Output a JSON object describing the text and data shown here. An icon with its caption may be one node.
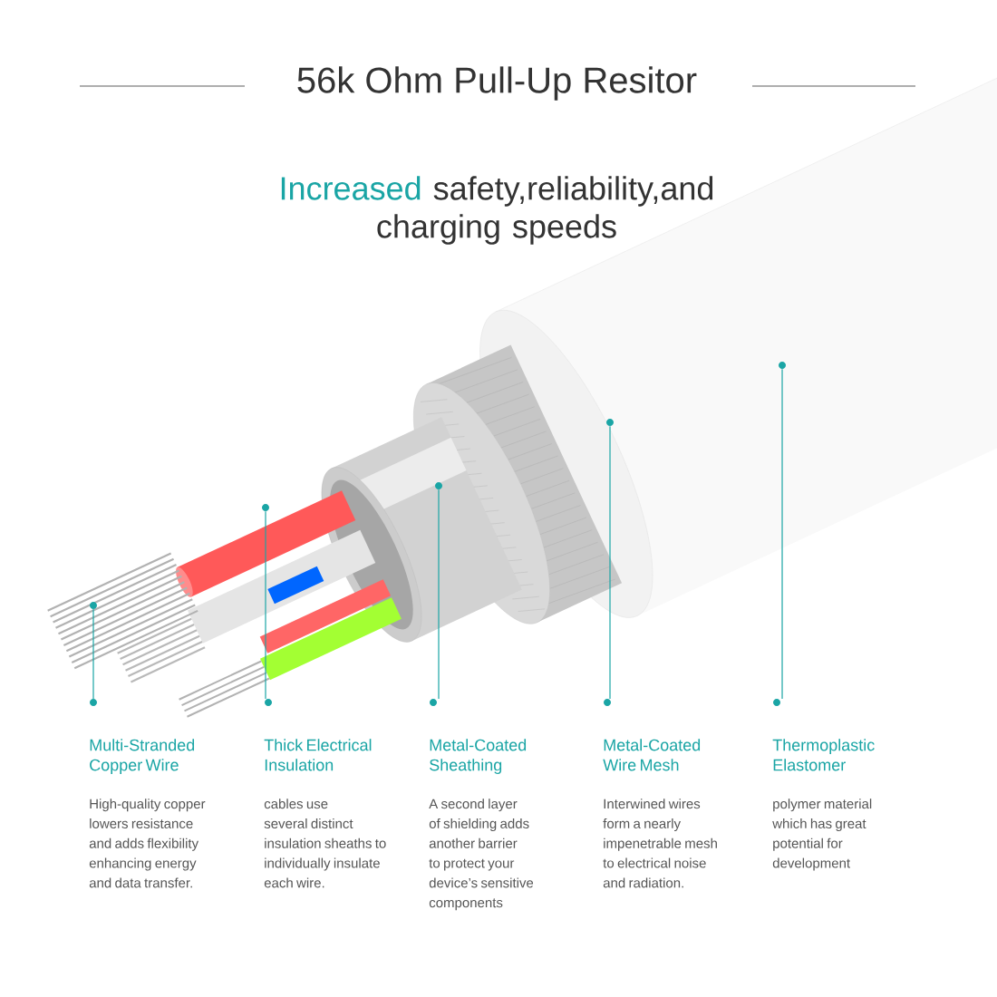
{
  "diagram": {
    "title": "56k Ohm Pull-Up Resitor",
    "nodes": [
      {
        "text": [
          "Multi-Stranded Copper Wire",
          "High-quality copper lowers resistance and adds flexibility enhancing energy and data transfer."
        ]
      },
      {
        "text": [
          "Thick Electrical Insulation",
          "cables use several distinct insulation sheaths to individually insulate each wire."
        ]
      },
      {
        "text": [
          "Metal-Coated Sheathing",
          "A second layer of shielding adds another barrier to protect your device’s sensitive components"
        ]
      },
      {
        "text": [
          "Metal-Coated Wire Mesh",
          "Interwined wires form a nearly impenetrable mesh to electrical noise and radiation."
        ]
      },
      {
        "text": [
          "Thermoplastic Elastomer",
          "polymer material which has great potential for development"
        ]
      },
      {
        "text": [],
        "shape": "circle"
      },
      {
        "text": [],
        "shape": "circle"
      },
      {
        "text": [],
        "shape": "circle"
      },
      {
        "text": [],
        "shape": "circle"
      },
      {
        "text": [],
        "shape": "circle"
      }
    ],
    "edges": [
      {
        "from": 0,
        "to": 5,
        "arrow": "none"
      },
      {
        "from": 1,
        "to": 6,
        "arrow": "none"
      },
      {
        "from": 2,
        "to": 7,
        "arrow": "none"
      },
      {
        "from": 3,
        "to": 8,
        "arrow": "none"
      },
      {
        "from": 4,
        "to": 9,
        "arrow": "none"
      }
    ],
    "labels": [
      "Increased",
      "safety,reliability,and charging speeds"
    ]
  }
}
